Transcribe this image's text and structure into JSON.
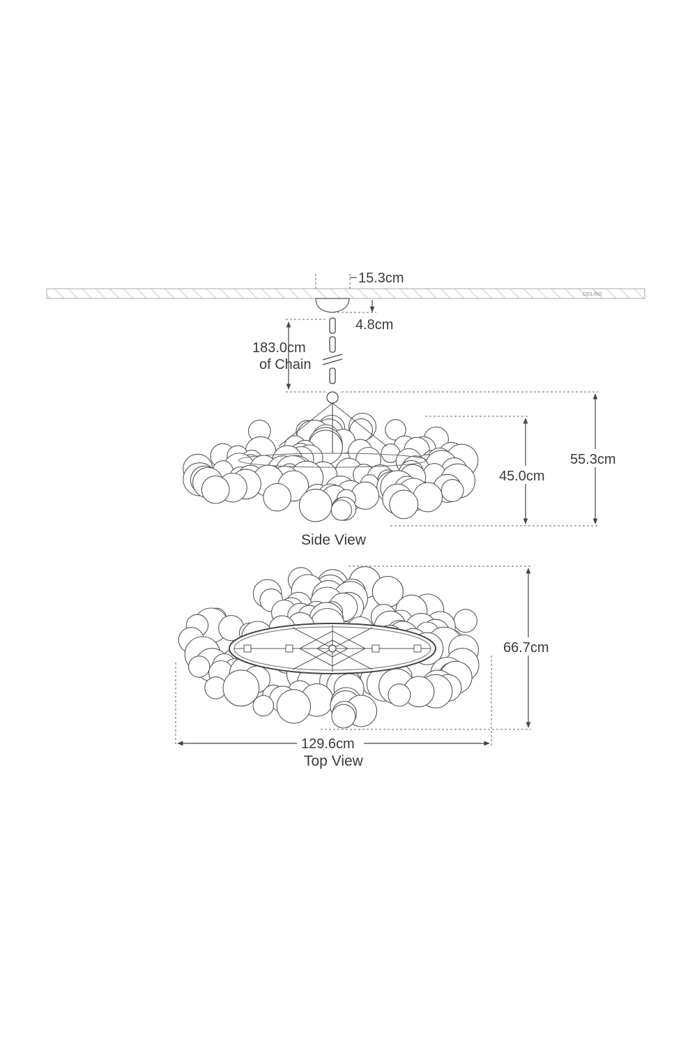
{
  "ceiling": {
    "label": "CEILING"
  },
  "dimensions": {
    "canopy_width": "15.3cm",
    "canopy_height": "4.8cm",
    "chain_length": "183.0cm",
    "chain_label": "of Chain",
    "fixture_height": "45.0cm",
    "overall_height": "55.3cm",
    "top_depth": "66.7cm",
    "top_width": "129.6cm"
  },
  "views": {
    "side": "Side View",
    "top": "Top View"
  }
}
